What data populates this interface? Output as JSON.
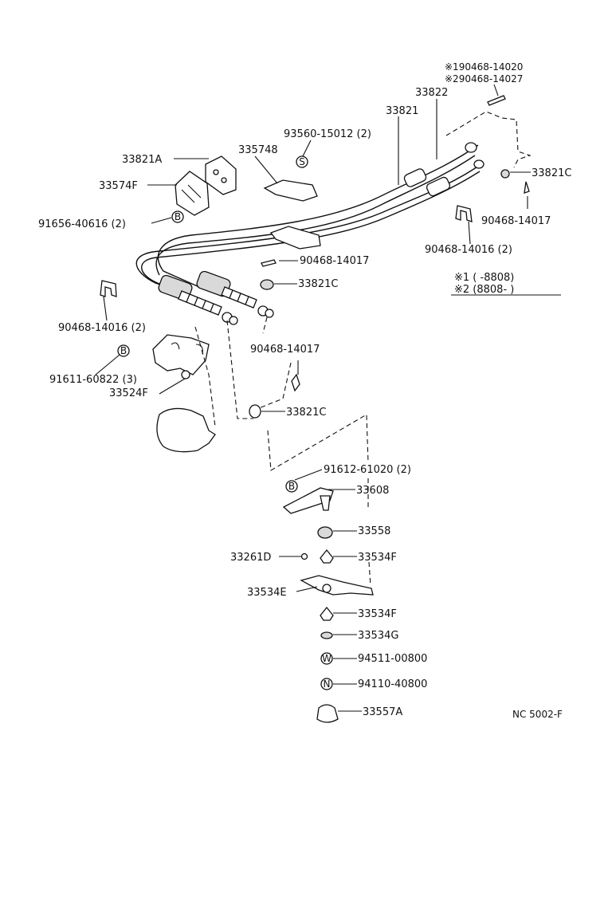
{
  "labels": {
    "l_190468": "※190468-14020",
    "l_290468": "※290468-14027",
    "l_33822": "33822",
    "l_33821": "33821",
    "l_93560": "93560-15012 (2)",
    "l_33821A": "33821A",
    "l_33574B": "335748",
    "l_33574F": "33574F",
    "l_91656": "91656-40616 (2)",
    "l_33821C_a": "33821C",
    "l_90468_14017_a": "90468-14017",
    "l_90468_14016_a": "90468-14016 (2)",
    "l_90468_14017_b": "90468-14017",
    "l_33821C_b": "33821C",
    "l_note1": "※1 (      -8808)",
    "l_note2": "※2 (8808-      )",
    "l_90468_14016_b": "90468-14016 (2)",
    "l_91611": "91611-60822 (3)",
    "l_33524F": "33524F",
    "l_90468_14017_c": "90468-14017",
    "l_33821C_c": "33821C",
    "l_91612": "91612-61020 (2)",
    "l_33608": "33608",
    "l_33558": "33558",
    "l_33261D": "33261D",
    "l_33534F_a": "33534F",
    "l_33534E": "33534E",
    "l_33534F_b": "33534F",
    "l_33534G": "33534G",
    "l_94511": "94511-00800",
    "l_94110": "94110-40800",
    "l_33557A": "33557A",
    "l_code": "NC 5002-F"
  },
  "symbols": {
    "s_S": "S",
    "s_B1": "B",
    "s_B2": "B",
    "s_B3": "B",
    "s_W": "W",
    "s_N": "N"
  }
}
